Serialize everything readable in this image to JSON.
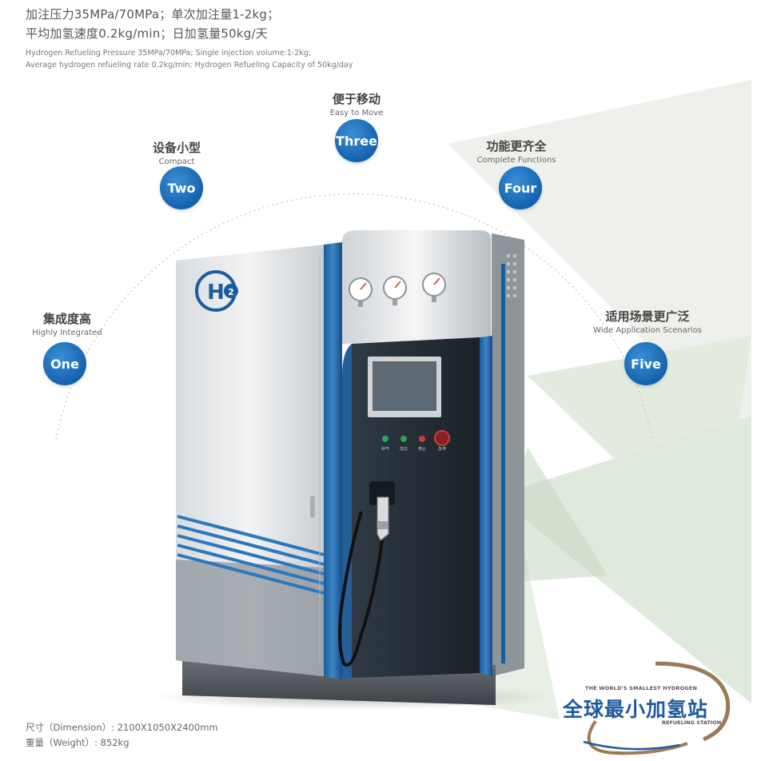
{
  "header": {
    "cn_line1": "加注压力35MPa/70MPa；单次加注量1-2kg；",
    "cn_line2": "平均加氢速度0.2kg/min；日加氢量50kg/天",
    "en_line1": "Hydrogen Refueling Pressure 35MPa/70MPa; Single injection volume:1-2kg;",
    "en_line2": "Average hydrogen refueling rate 0.2kg/min; Hydrogen Refueling Capacity of 50kg/day"
  },
  "features": [
    {
      "badge": "One",
      "cn": "集成度高",
      "en": "Highly Integrated"
    },
    {
      "badge": "Two",
      "cn": "设备小型",
      "en": "Compact"
    },
    {
      "badge": "Three",
      "cn": "便于移动",
      "en": "Easy to Move"
    },
    {
      "badge": "Four",
      "cn": "功能更齐全",
      "en": "Complete Functions"
    },
    {
      "badge": "Five",
      "cn": "适用场景更广泛",
      "en": "Wide Application Scenarios"
    }
  ],
  "machine": {
    "logo_text": "H2",
    "buttons": [
      "补气",
      "加注",
      "停止",
      "急停"
    ]
  },
  "footer": {
    "dimension": "尺寸（Dimension）: 2100X1050X2400mm",
    "weight": "重量（Weight）: 852kg"
  },
  "brand": {
    "top": "THE WORLD'S SMALLEST HYDROGEN",
    "main": "全球最小加氢站",
    "bottom": "REFUELING STATION"
  },
  "colors": {
    "badge_blue": "#1462ad",
    "brand_blue": "#1d5aa0",
    "swoosh_bronze": "#9c7a55"
  }
}
